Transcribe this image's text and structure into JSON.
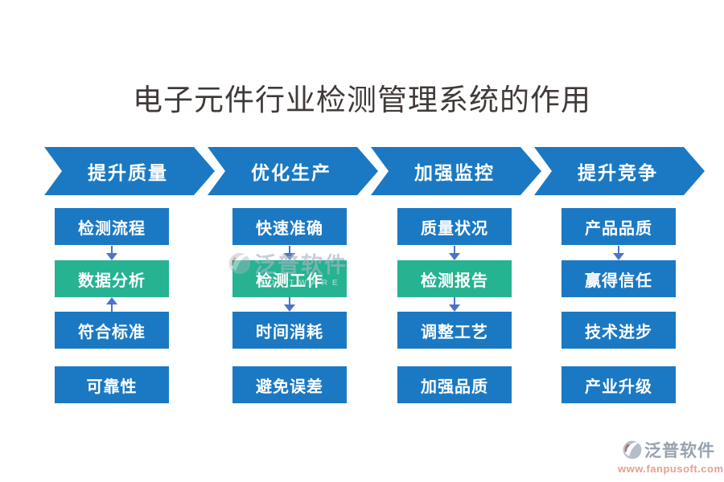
{
  "title": "电子元件行业检测管理系统的作用",
  "colors": {
    "banner_blue": "#1b79c3",
    "box_blue": "#1b79c3",
    "box_green": "#25b391",
    "connector_blue": "#4d73c8",
    "title_text": "#403a38",
    "box_text": "#ffffff"
  },
  "columns": [
    {
      "header": "提升质量",
      "boxes": [
        {
          "label": "检测流程",
          "variant": "blue"
        },
        {
          "label": "数据分析",
          "variant": "green"
        },
        {
          "label": "符合标准",
          "variant": "blue"
        },
        {
          "label": "可靠性",
          "variant": "blue"
        }
      ],
      "arrows": [
        "down",
        "up",
        "none"
      ]
    },
    {
      "header": "优化生产",
      "boxes": [
        {
          "label": "快速准确",
          "variant": "blue"
        },
        {
          "label": "检测工作",
          "variant": "green"
        },
        {
          "label": "时间消耗",
          "variant": "blue"
        },
        {
          "label": "避免误差",
          "variant": "blue"
        }
      ],
      "arrows": [
        "down",
        "down",
        "none"
      ]
    },
    {
      "header": "加强监控",
      "boxes": [
        {
          "label": "质量状况",
          "variant": "blue"
        },
        {
          "label": "检测报告",
          "variant": "green"
        },
        {
          "label": "调整工艺",
          "variant": "blue"
        },
        {
          "label": "加强品质",
          "variant": "blue"
        }
      ],
      "arrows": [
        "down",
        "down",
        "none"
      ]
    },
    {
      "header": "提升竞争",
      "boxes": [
        {
          "label": "产品品质",
          "variant": "blue"
        },
        {
          "label": "赢得信任",
          "variant": "blue"
        },
        {
          "label": "技术进步",
          "variant": "blue"
        },
        {
          "label": "产业升级",
          "variant": "blue"
        }
      ],
      "arrows": [
        "down",
        "none",
        "none"
      ]
    }
  ],
  "watermark": {
    "brand": "泛普软件",
    "subtext": "SOFTWARE",
    "url": "www.fanpusoft.com"
  }
}
